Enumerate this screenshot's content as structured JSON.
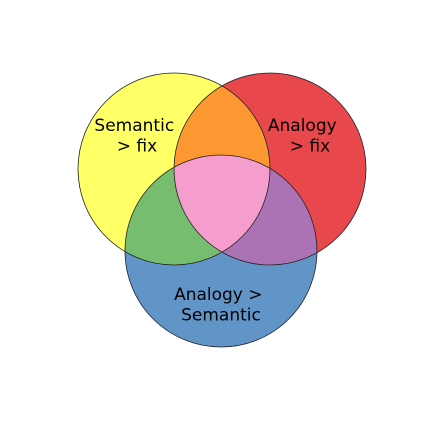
{
  "diagram": {
    "type": "venn",
    "sets": [
      {
        "key": "semantic_fix",
        "label_lines": [
          "Semantic",
          "> fix"
        ],
        "color": "#ffff66"
      },
      {
        "key": "analogy_fix",
        "label_lines": [
          "Analogy",
          "> fix"
        ],
        "color": "#e8474b"
      },
      {
        "key": "analogy_semantic",
        "label_lines": [
          "Analogy >",
          "Semantic"
        ],
        "color": "#6195c8"
      }
    ],
    "region_colors": {
      "semantic_fix_and_analogy_fix": "#fd9731",
      "semantic_fix_and_analogy_semantic": "#76bd6f",
      "analogy_fix_and_analogy_semantic": "#ac73b4",
      "all_three": "#f59dcd"
    },
    "outline_color": "#222222"
  }
}
